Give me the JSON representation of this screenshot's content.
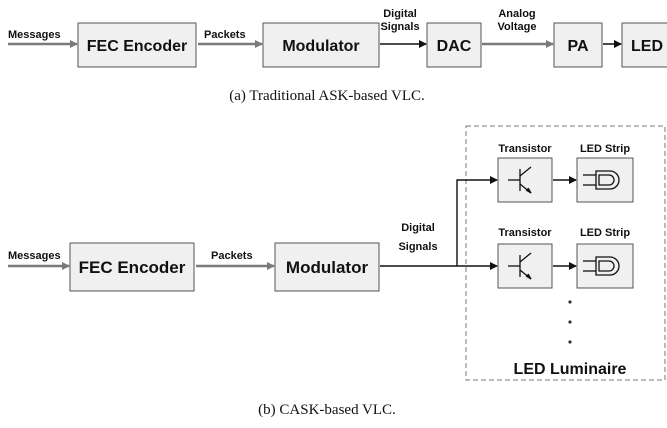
{
  "figure_a": {
    "caption": "(a) Traditional ASK-based VLC.",
    "input_label": "Messages",
    "blocks": {
      "fec": "FEC Encoder",
      "modulator": "Modulator",
      "dac": "DAC",
      "pa": "PA",
      "led": "LED"
    },
    "edge_labels": {
      "packets": "Packets",
      "digital_line1": "Digital",
      "digital_line2": "Signals",
      "analog_line1": "Analog",
      "analog_line2": "Voltage"
    }
  },
  "figure_b": {
    "caption": "(b) CASK-based VLC.",
    "input_label": "Messages",
    "blocks": {
      "fec": "FEC Encoder",
      "modulator": "Modulator"
    },
    "edge_labels": {
      "packets": "Packets",
      "digital_line1": "Digital",
      "digital_line2": "Signals"
    },
    "branches": [
      {
        "transistor_label": "Transistor",
        "led_label": "LED Strip"
      },
      {
        "transistor_label": "Transistor",
        "led_label": "LED Strip"
      }
    ],
    "luminaire_label": "LED Luminaire"
  }
}
